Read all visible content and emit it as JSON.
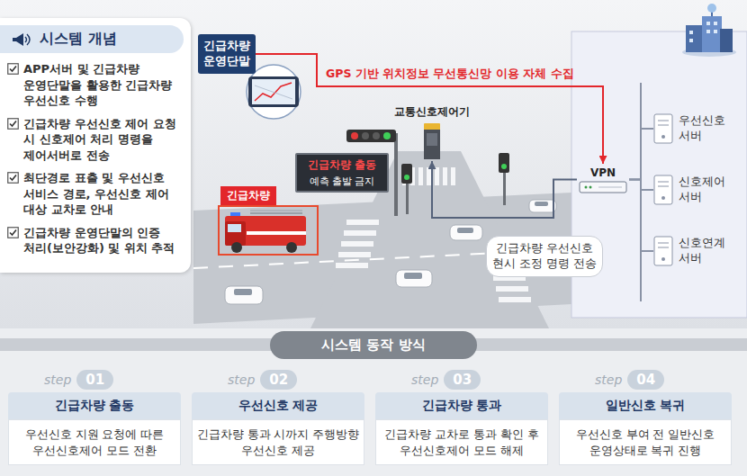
{
  "diagram": {
    "nodes": [
      {
        "text": [
          "시스템 개념",
          "APP서버 및 긴급차량 운영단말을 활용한 긴급차량 우선신호 수행",
          "긴급차량 우선신호 제어 요청 시 신호제어 처리 명령을 제어서버로 전송",
          "최단경로 표출 및 우선신호 서비스 경로, 우선신호 제어 대상 교차로 안내",
          "긴급차량 운영단말의 인증 처리(보안강화) 및 위치 추적"
        ]
      },
      {
        "text": [
          "긴급차량 운영단말"
        ]
      },
      {
        "text": [
          "교통신호제어기"
        ]
      },
      {
        "text": [
          "긴급차량 출동",
          "예측 출발 금지"
        ]
      },
      {
        "text": [
          "긴급차량"
        ]
      },
      {
        "text": [
          "VPN"
        ]
      },
      {
        "text": [
          "우선신호 서버"
        ]
      },
      {
        "text": [
          "신호제어 서버"
        ]
      },
      {
        "text": [
          "신호연계 서버"
        ]
      },
      {
        "text": [
          "시스템 동작 방식"
        ]
      },
      {
        "text": [
          "step",
          "01",
          "긴급차량 출동",
          "우선신호 지원 요청에 따른 우선신호제어 모드 전환"
        ]
      },
      {
        "text": [
          "step",
          "02",
          "우선신호 제공",
          "긴급차량 통과 시까지 주행방향 우선신호 제공"
        ]
      },
      {
        "text": [
          "step",
          "03",
          "긴급차량 통과",
          "긴급차량 교차로 통과 확인 후 우선신호제어 모드 해제"
        ]
      },
      {
        "text": [
          "step",
          "04",
          "일반신호 복귀",
          "우선신호 부여 전 일반신호 운영상태로 복귀 진행"
        ]
      }
    ],
    "edges": [
      {
        "from": 1,
        "to": 5,
        "arrow": "to",
        "label": "GPS 기반 위치정보 무선통신망 이용 자체 수집"
      },
      {
        "from": 5,
        "to": 2,
        "arrow": "to",
        "label": "긴급차량 우선신호 현시 조정 명령 전송"
      },
      {
        "from": 5,
        "to": 6,
        "arrow": "none"
      },
      {
        "from": 5,
        "to": 7,
        "arrow": "none"
      },
      {
        "from": 5,
        "to": 8,
        "arrow": "none"
      }
    ]
  }
}
